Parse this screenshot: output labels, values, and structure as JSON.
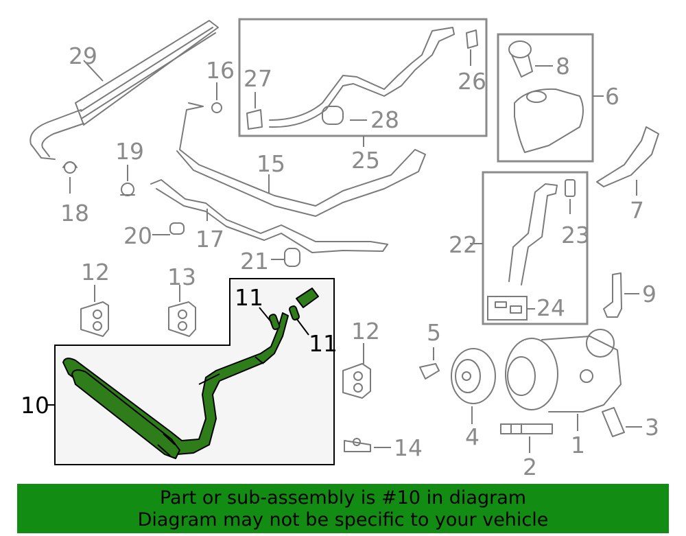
{
  "callouts": {
    "n1": "1",
    "n2": "2",
    "n3": "3",
    "n4": "4",
    "n5": "5",
    "n6": "6",
    "n7": "7",
    "n8": "8",
    "n9": "9",
    "n10": "10",
    "n11a": "11",
    "n11b": "11",
    "n12a": "12",
    "n12b": "12",
    "n13": "13",
    "n14": "14",
    "n15": "15",
    "n16": "16",
    "n17": "17",
    "n18": "18",
    "n19": "19",
    "n20": "20",
    "n21": "21",
    "n22": "22",
    "n23": "23",
    "n24": "24",
    "n25": "25",
    "n26": "26",
    "n27": "27",
    "n28": "28",
    "n29": "29"
  },
  "banner": {
    "line1": "Part or sub-assembly is #10 in diagram",
    "line2": "Diagram may not be specific to your vehicle"
  },
  "colors": {
    "highlight": "#2e7d1a",
    "banner": "#138c13",
    "part_lines": "#7a7a7a"
  }
}
